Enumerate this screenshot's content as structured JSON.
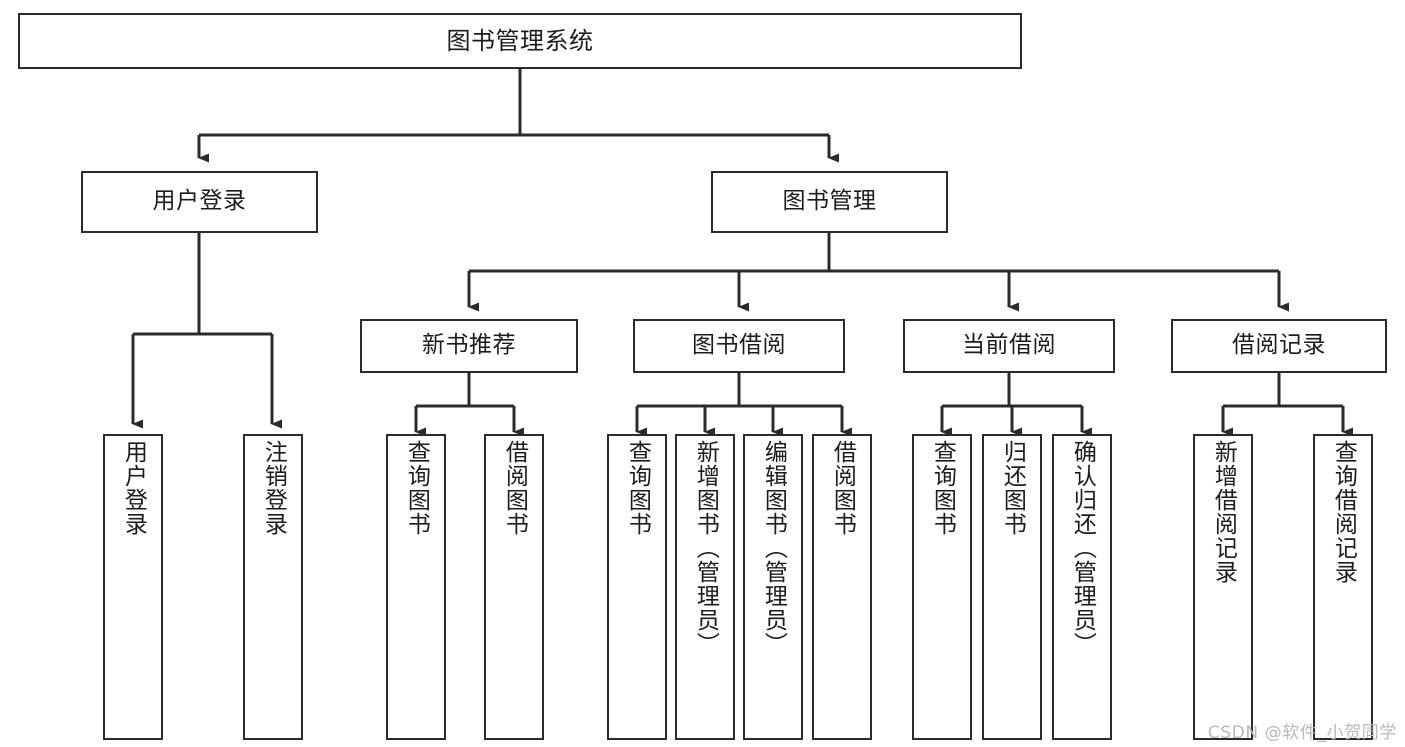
{
  "diagram": {
    "title": "图书管理系统",
    "type": "tree-hierarchy-diagram",
    "colors": {
      "background": "#ffffff",
      "box_border": "#2b2b2b",
      "box_fill": "#ffffff",
      "edge": "#2b2b2b",
      "watermark": "#b9b9b9"
    },
    "watermark": "CSDN @软件_小贺同学",
    "root": {
      "label": "图书管理系统"
    },
    "level2": [
      {
        "label": "用户登录"
      },
      {
        "label": "图书管理"
      }
    ],
    "level3": [
      {
        "label": "新书推荐"
      },
      {
        "label": "图书借阅"
      },
      {
        "label": "当前借阅"
      },
      {
        "label": "借阅记录"
      }
    ],
    "leaves": {
      "user_login": [
        {
          "label": "用户登录"
        },
        {
          "label": "注销登录"
        }
      ],
      "new_book_recommend": [
        {
          "label": "查询图书"
        },
        {
          "label": "借阅图书"
        }
      ],
      "book_borrow": [
        {
          "label": "查询图书"
        },
        {
          "label": "新增图书（管理员）"
        },
        {
          "label": "编辑图书（管理员）"
        },
        {
          "label": "借阅图书"
        }
      ],
      "current_borrow": [
        {
          "label": "查询图书"
        },
        {
          "label": "归还图书"
        },
        {
          "label": "确认归还（管理员）"
        }
      ],
      "borrow_record": [
        {
          "label": "新增借阅记录"
        },
        {
          "label": "查询借阅记录"
        }
      ]
    }
  }
}
